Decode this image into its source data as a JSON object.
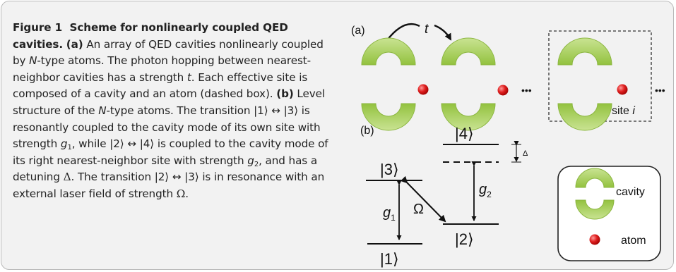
{
  "caption": {
    "label": "Figure 1",
    "title": "Scheme for nonlinearly coupled QED cavities.",
    "part_a_marker": "(a)",
    "sentence_1a": " An array of QED cavities nonlinearly coupled by ",
    "n_symbol": "N",
    "sentence_1b": "-type atoms. The photon hopping between nearest-neighbor cavities has a strength ",
    "t_symbol": "t",
    "sentence_1c": ". Each effective site is composed of a cavity and an atom (dashed box). ",
    "part_b_marker": "(b)",
    "sentence_2a": " Level structure of the ",
    "sentence_2b": "-type atoms. The transition |1⟩ ↔ |3⟩ is resonantly coupled to the cavity mode of its own site with strength ",
    "g1_symbol": "g",
    "g1_sub": "1",
    "sentence_2c": ", while |2⟩ ↔ |4⟩ is coupled to the cavity mode of its right nearest-neighbor site with strength ",
    "g2_symbol": "g",
    "g2_sub": "2",
    "sentence_2d": ", and has a detuning ",
    "delta_symbol": "Δ",
    "sentence_2e": ". The transition |2⟩ ↔ |3⟩ is in resonance with an external laser field of strength ",
    "omega_symbol": "Ω",
    "sentence_2f": "."
  },
  "figure": {
    "panel_a_label": "(a)",
    "hopping_label": "t",
    "ellipsis": "•••",
    "site_label": "site",
    "site_index": "i",
    "panel_b_label": "(b)",
    "level_1": "|1⟩",
    "level_2": "|2⟩",
    "level_3": "|3⟩",
    "level_4": "|4⟩",
    "g1": "g",
    "g1_sub": "1",
    "g2": "g",
    "g2_sub": "2",
    "omega": "Ω",
    "delta": "Δ",
    "legend_cavity": "cavity",
    "legend_atom": "atom"
  },
  "colors": {
    "cavity_green": "#a5cf52",
    "cavity_green_light": "#c9e392",
    "atom_red": "#e02020",
    "panel_background": "#f2f2f2",
    "border": "#b9b9b9"
  }
}
